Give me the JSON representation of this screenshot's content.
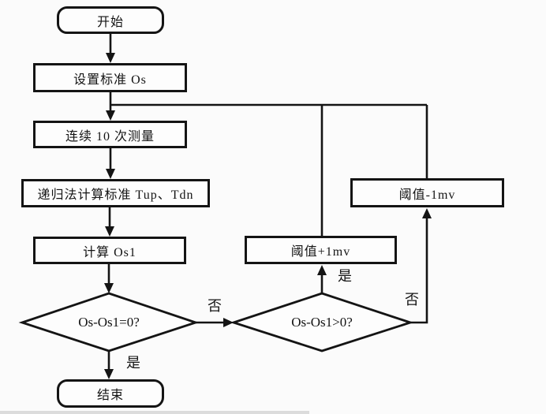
{
  "flowchart": {
    "nodes": {
      "start": "开始",
      "set_standard": "设置标准 Os",
      "measure": "连续 10 次测量",
      "recursive": "递归法计算标准 Tup、Tdn",
      "calc_os1": "计算 Os1",
      "decision_eq": "Os-Os1=0?",
      "decision_gt": "Os-Os1>0?",
      "threshold_plus": "阈值+1mv",
      "threshold_minus": "阈值-1mv",
      "end": "结束"
    },
    "edge_labels": {
      "eq_no": "否",
      "eq_yes": "是",
      "gt_yes": "是",
      "gt_no": "否"
    },
    "colors": {
      "line": "#141414",
      "text": "#141414",
      "node_fill": "#fdfdfd",
      "background": "#fbfbfb"
    }
  }
}
